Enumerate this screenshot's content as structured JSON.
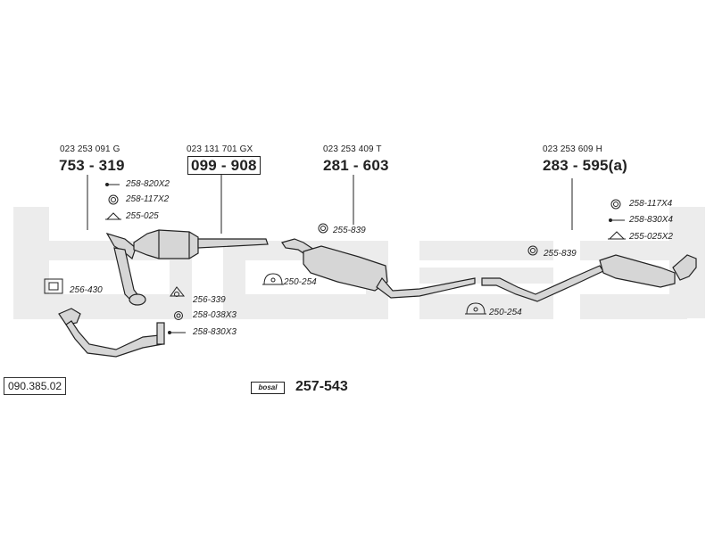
{
  "ref_number": "090.385.02",
  "kit": {
    "brand": "bosal",
    "number": "257-543"
  },
  "sections": [
    {
      "oem": "023 253 091 G",
      "part": "753 - 319"
    },
    {
      "oem": "023 131 701 GX",
      "part": "099 - 908"
    },
    {
      "oem": "023 253 409 T",
      "part": "281 - 603"
    },
    {
      "oem": "023 253 609 H",
      "part": "283 - 595(a)"
    }
  ],
  "accessories": {
    "a1": "258-820X2",
    "a2": "258-117X2",
    "a3": "255-025",
    "a4": "256-430",
    "a5": "256-339",
    "a6": "258-038X3",
    "a7": "258-830X3",
    "a8": "250-254",
    "a9": "255-839",
    "a10": "250-254",
    "a11": "255-839",
    "a12": "258-117X4",
    "a13": "258-830X4",
    "a14": "255-025X2"
  },
  "colors": {
    "ink": "#222222",
    "watermark": "#ececec",
    "part_fill": "#d6d6d6"
  }
}
